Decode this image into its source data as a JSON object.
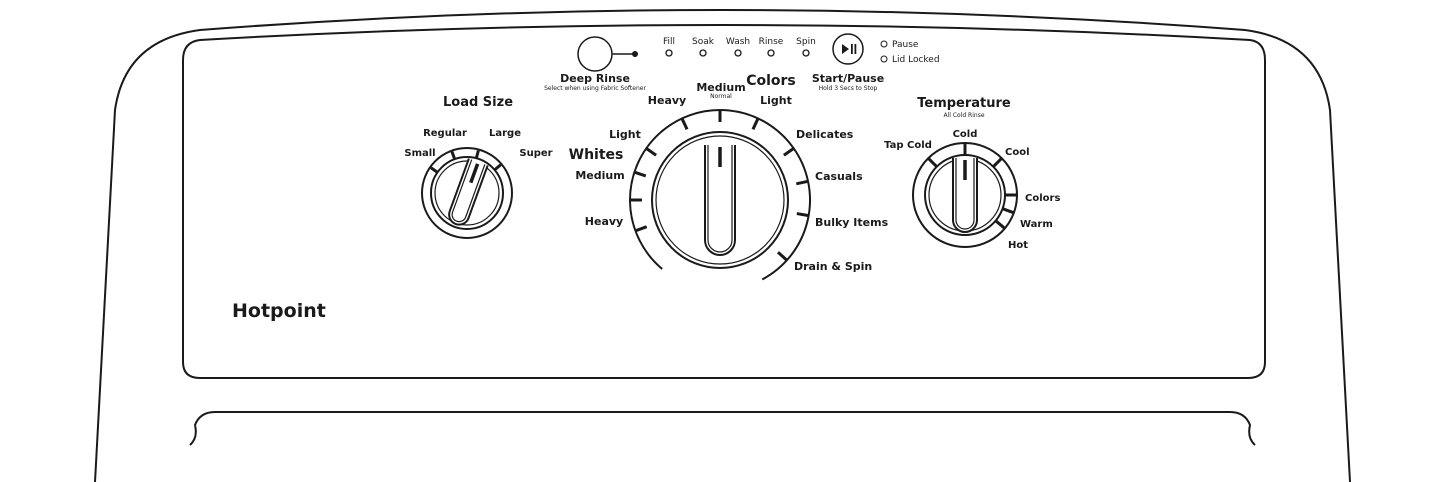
{
  "brand": "Hotpoint",
  "deep_rinse": {
    "label": "Deep Rinse",
    "sublabel": "Select when using Fabric Softener"
  },
  "status_lights": [
    "Fill",
    "Soak",
    "Wash",
    "Rinse",
    "Spin"
  ],
  "start_pause": {
    "label": "Start/Pause",
    "sublabel": "Hold 3 Secs to Stop",
    "icon": "play-pause-icon"
  },
  "indicators": [
    "Pause",
    "Lid Locked"
  ],
  "load_size": {
    "title": "Load Size",
    "options": [
      "Small",
      "Regular",
      "Large",
      "Super"
    ]
  },
  "cycle": {
    "colors_heading": "Colors",
    "whites_heading": "Whites",
    "medium_sub": "Normal",
    "colors_options": [
      "Heavy",
      "Medium",
      "Light"
    ],
    "whites_options": [
      "Light",
      "Medium",
      "Heavy"
    ],
    "other_options": [
      "Delicates",
      "Casuals",
      "Bulky Items",
      "Drain & Spin"
    ]
  },
  "temperature": {
    "title": "Temperature",
    "sublabel": "All Cold Rinse",
    "options": [
      "Tap Cold",
      "Cold",
      "Cool",
      "Colors",
      "Warm",
      "Hot"
    ]
  }
}
